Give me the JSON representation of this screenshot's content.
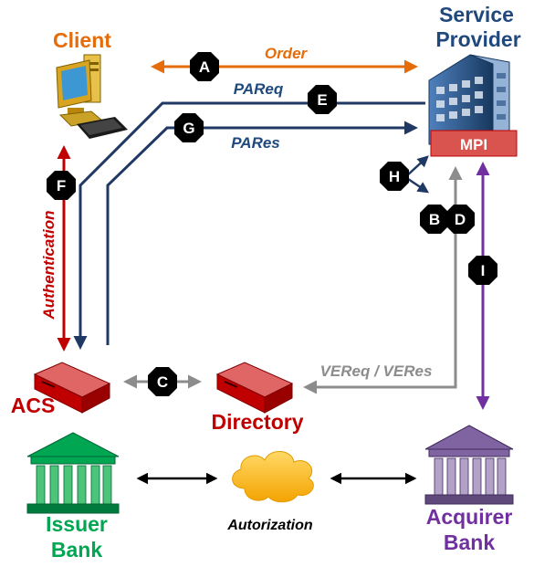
{
  "nodes": {
    "client": "Client",
    "service_provider_line1": "Service",
    "service_provider_line2": "Provider",
    "mpi": "MPI",
    "acs": "ACS",
    "directory": "Directory",
    "issuer_line1": "Issuer",
    "issuer_line2": "Bank",
    "acquirer_line1": "Acquirer",
    "acquirer_line2": "Bank"
  },
  "flows": {
    "order": "Order",
    "pareq": "PAReq",
    "pares": "PARes",
    "authentication": "Authentication",
    "vereq_veres": "VEReq / VERes",
    "autorization": "Autorization"
  },
  "steps": {
    "a": "A",
    "b": "B",
    "c": "C",
    "d": "D",
    "e": "E",
    "f": "F",
    "g": "G",
    "h": "H",
    "i": "I"
  },
  "colors": {
    "orange": "#E46C0A",
    "navy": "#1F3864",
    "blue_text": "#1F497D",
    "red": "#C00000",
    "gray": "#8C8C8C",
    "purple": "#7030A0",
    "green": "#00A651"
  }
}
